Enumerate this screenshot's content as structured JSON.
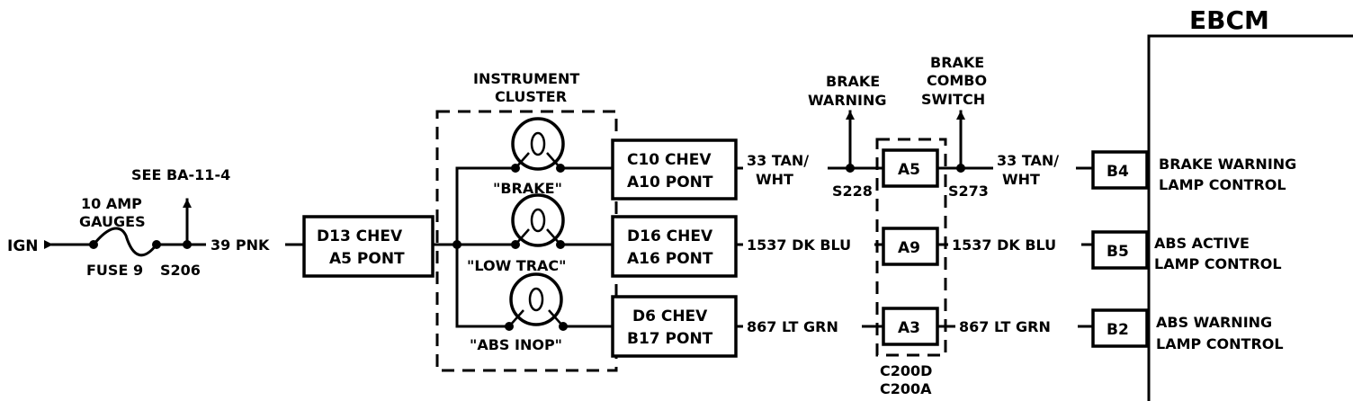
{
  "ebcm": {
    "title": "EBCM",
    "pins": [
      {
        "pin": "B4",
        "label_line1": "BRAKE WARNING",
        "label_line2": "LAMP CONTROL"
      },
      {
        "pin": "B5",
        "label_line1": "ABS ACTIVE",
        "label_line2": "LAMP CONTROL"
      },
      {
        "pin": "B2",
        "label_line1": "ABS WARNING",
        "label_line2": "LAMP CONTROL"
      }
    ]
  },
  "power": {
    "ign": "IGN",
    "fuse_line1": "10 AMP",
    "fuse_line2": "GAUGES",
    "fuse_name": "FUSE 9",
    "splice": "S206",
    "see_ref": "SEE BA-11-4",
    "wire": "39 PNK"
  },
  "input_connector": {
    "line1": "D13 CHEV",
    "line2": "A5 PONT"
  },
  "cluster": {
    "title_line1": "INSTRUMENT",
    "title_line2": "CLUSTER",
    "lamps": [
      {
        "label": "\"BRAKE\""
      },
      {
        "label": "\"LOW TRAC\""
      },
      {
        "label": "\"ABS INOP\""
      }
    ]
  },
  "out_connectors": [
    {
      "line1": "C10 CHEV",
      "line2": "A10 PONT"
    },
    {
      "line1": "D16 CHEV",
      "line2": "A16 PONT"
    },
    {
      "line1": "D6 CHEV",
      "line2": "B17 PONT"
    }
  ],
  "circuits": [
    {
      "left_line1": "33 TAN/",
      "left_line2": "WHT",
      "right_line1": "33 TAN/",
      "right_line2": "WHT"
    },
    {
      "left": "1537 DK BLU",
      "right": "1537 DK BLU"
    },
    {
      "left": "867 LT GRN",
      "right": "867 LT GRN"
    }
  ],
  "mid_connector": {
    "pins": [
      "A5",
      "A9",
      "A3"
    ],
    "name_line1": "C200D",
    "name_line2": "C200A"
  },
  "brake_warning": {
    "line1": "BRAKE",
    "line2": "WARNING",
    "splice": "S228"
  },
  "brake_combo": {
    "line1": "BRAKE",
    "line2": "COMBO",
    "line3": "SWITCH",
    "splice": "S273"
  }
}
